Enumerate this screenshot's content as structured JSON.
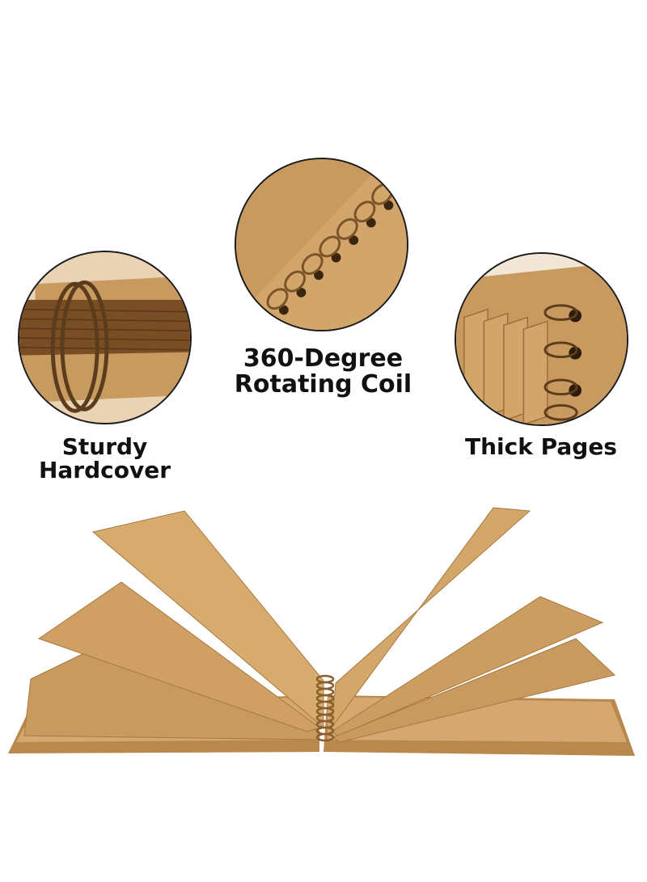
{
  "features": [
    {
      "icon": "hardcover-book-icon",
      "lines": [
        "Sturdy",
        "Hardcover"
      ]
    },
    {
      "icon": "spiral-coil-icon",
      "lines": [
        "360-Degree",
        "Rotating Coil"
      ]
    },
    {
      "icon": "thick-pages-icon",
      "lines": [
        "Thick Pages"
      ]
    }
  ],
  "colors": {
    "kraft": "#c99a5f",
    "kraft_dark": "#a9783f",
    "kraft_light": "#dcb57f",
    "coil": "#6b4a26",
    "outline": "#1a1a1a"
  }
}
